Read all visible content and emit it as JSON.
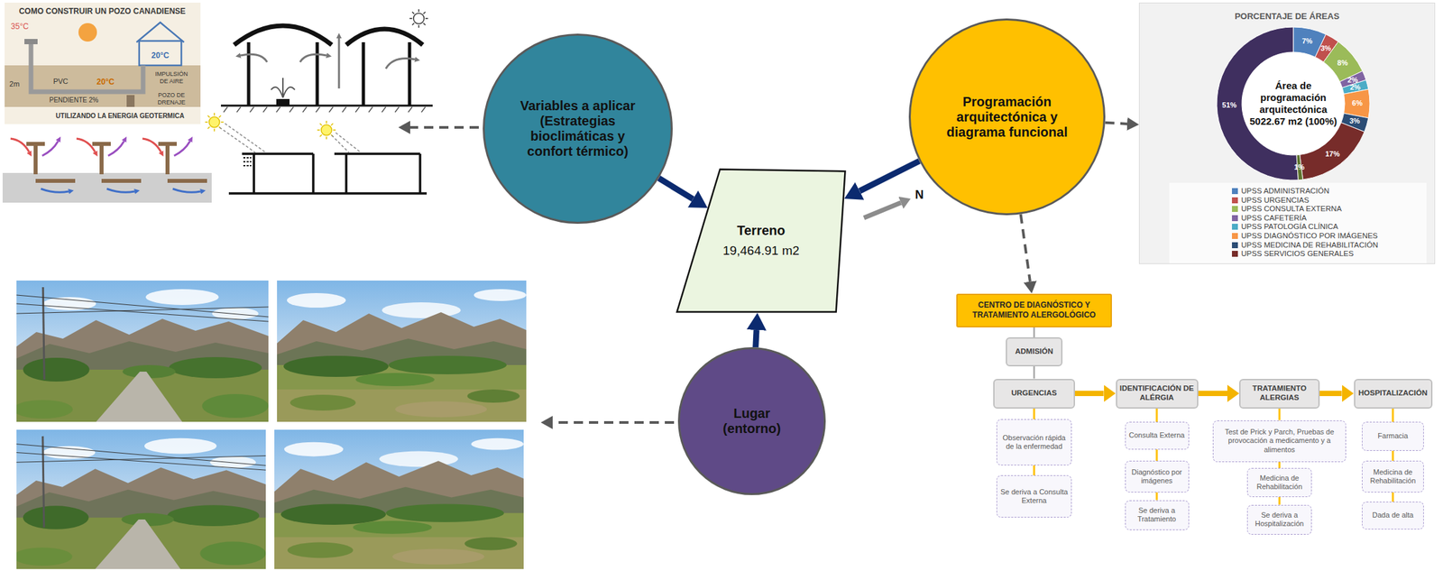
{
  "diagram": {
    "nodes": [
      {
        "text": [
          "Variables a aplicar (Estrategias bioclimáticas y confort térmico)"
        ]
      },
      {
        "text": [
          "Programación arquitectónica y diagrama funcional"
        ]
      },
      {
        "text": [
          "PORCENTAJE DE ÁREAS"
        ]
      },
      {
        "text": [
          "Terreno",
          "19,464.91 m2"
        ]
      },
      {
        "text": [
          "CENTRO DE DIAGNÓSTICO Y TRATAMIENTO ALERGOLÓGICO"
        ]
      },
      {
        "text": [
          "ADMISIÓN"
        ]
      },
      {
        "text": [
          "URGENCIAS"
        ]
      },
      {
        "text": [
          "IDENTIFICACIÓN DE ALÉRGIA"
        ]
      },
      {
        "text": [
          "TRATAMIENTO ALERGIAS"
        ]
      },
      {
        "text": [
          "HOSPITALIZACIÓN"
        ]
      },
      {
        "text": [
          "Lugar (entorno)"
        ]
      },
      {
        "text": [
          "Observación rápida de la enfermedad"
        ]
      },
      {
        "text": [
          "Se deriva a Consulta Externa"
        ]
      },
      {
        "text": [
          "Consulta Externa"
        ]
      },
      {
        "text": [
          "Diagnóstico por imágenes"
        ]
      },
      {
        "text": [
          "Se deriva a Tratamiento"
        ]
      },
      {
        "text": [
          "Test de Prick y Parch, Pruebas de provocación a medicamento y a alimentos"
        ]
      },
      {
        "text": [
          "Medicina de Rehabilitación"
        ]
      },
      {
        "text": [
          "Se deriva a Hospitalización"
        ]
      },
      {
        "text": [
          "Farmacia"
        ]
      },
      {
        "text": [
          "Medicina de Rehabilitación"
        ]
      },
      {
        "text": [
          "Dada de alta"
        ]
      }
    ],
    "edges": [
      {
        "from": 0,
        "to": 3,
        "arrow": "to"
      },
      {
        "from": 1,
        "to": 3,
        "arrow": "to"
      },
      {
        "from": 10,
        "to": 3,
        "arrow": "to"
      },
      {
        "from": 1,
        "to": 2,
        "arrow": "to"
      },
      {
        "from": 1,
        "to": 4,
        "arrow": "to"
      },
      {
        "from": 4,
        "to": 5,
        "arrow": "none"
      },
      {
        "from": 5,
        "to": 6,
        "arrow": "none"
      },
      {
        "from": 6,
        "to": 7,
        "arrow": "to"
      },
      {
        "from": 7,
        "to": 8,
        "arrow": "to"
      },
      {
        "from": 8,
        "to": 9,
        "arrow": "to"
      },
      {
        "from": 6,
        "to": 11,
        "arrow": "none"
      },
      {
        "from": 11,
        "to": 12,
        "arrow": "none"
      },
      {
        "from": 7,
        "to": 13,
        "arrow": "none"
      },
      {
        "from": 13,
        "to": 14,
        "arrow": "none"
      },
      {
        "from": 14,
        "to": 15,
        "arrow": "none"
      },
      {
        "from": 8,
        "to": 16,
        "arrow": "none"
      },
      {
        "from": 16,
        "to": 17,
        "arrow": "none"
      },
      {
        "from": 17,
        "to": 18,
        "arrow": "none"
      },
      {
        "from": 9,
        "to": 19,
        "arrow": "none"
      },
      {
        "from": 19,
        "to": 20,
        "arrow": "none"
      },
      {
        "from": 20,
        "to": 21,
        "arrow": "none"
      }
    ],
    "labels": [
      "COMO CONSTRUIR UN POZO CANADIENSE",
      "35°C",
      "20°C",
      "PVC",
      "20°C",
      "IMPULSIÓN DE AIRE",
      "POZO DE DRENAJE",
      "2m",
      "PENDIENTE 2%",
      "UTILIZANDO LA ENERGIA GEOTERMICA",
      "N",
      "7%",
      "3%",
      "8%",
      "2%",
      "2%",
      "6%",
      "3%",
      "17%",
      "1%",
      "51%",
      "Área de programación arquitectónica 5022.67 m2 (100%)"
    ],
    "legend": [
      {
        "text": "UPSS ADMINISTRACIÓN",
        "color": "#4f81bd"
      },
      {
        "text": "UPSS URGENCIAS",
        "color": "#c0504d"
      },
      {
        "text": "UPSS CONSULTA EXTERNA",
        "color": "#9bbb59"
      },
      {
        "text": "UPSS CAFETERÍA",
        "color": "#8064a2"
      },
      {
        "text": "UPSS PATOLOGÍA CLÍNICA",
        "color": "#4bacc6"
      },
      {
        "text": "UPSS DIAGNÓSTICO POR IMÁGENES",
        "color": "#f79646"
      },
      {
        "text": "UPSS MEDICINA DE REHABILITACIÓN",
        "color": "#2c4d75"
      },
      {
        "text": "UPSS SERVICIOS GENERALES",
        "color": "#772c2a"
      }
    ]
  }
}
